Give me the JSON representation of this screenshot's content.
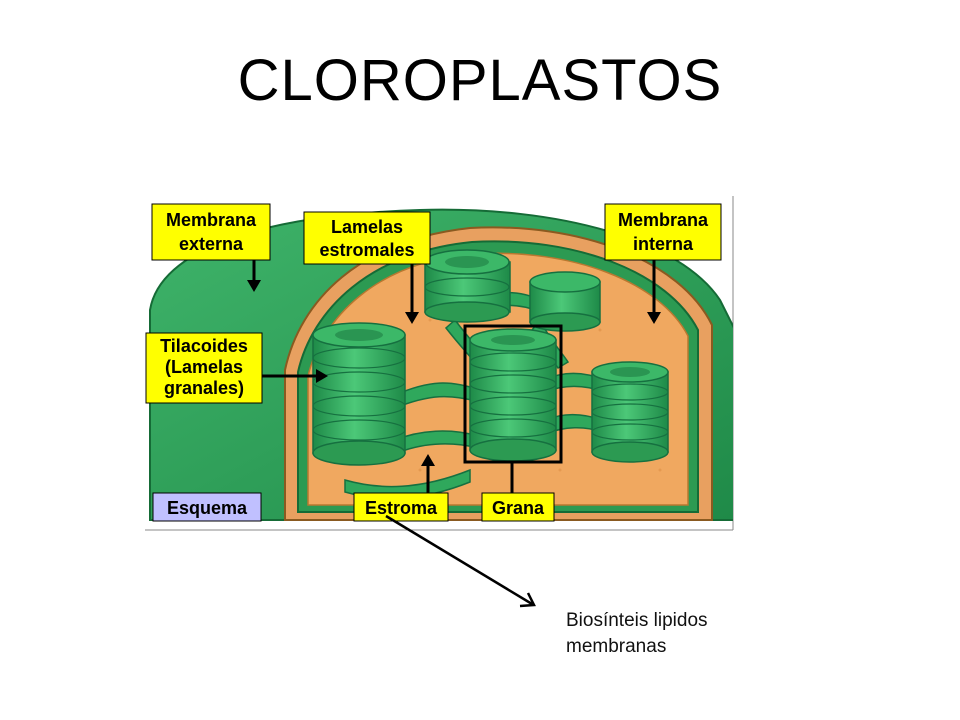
{
  "title": "CLOROPLASTOS",
  "labels": {
    "membrana_externa": [
      "Membrana",
      "externa"
    ],
    "lamelas_estromales": [
      "Lamelas",
      "estromales"
    ],
    "membrana_interna": [
      "Membrana",
      "interna"
    ],
    "tilacoides": [
      "Tilacoides",
      "(Lamelas",
      "granales)"
    ],
    "esquema": "Esquema",
    "estroma": "Estroma",
    "grana": "Grana"
  },
  "note": {
    "line1": "Biosínteis lipidos",
    "line2": "membranas"
  },
  "colors": {
    "outer_membrane": "#2fa05a",
    "inner_membrane": "#2c9a52",
    "stroma": "#f0a860",
    "granum": "#3cb868",
    "label_bg": "#ffff00",
    "esquema_bg": "#c0c0ff"
  }
}
